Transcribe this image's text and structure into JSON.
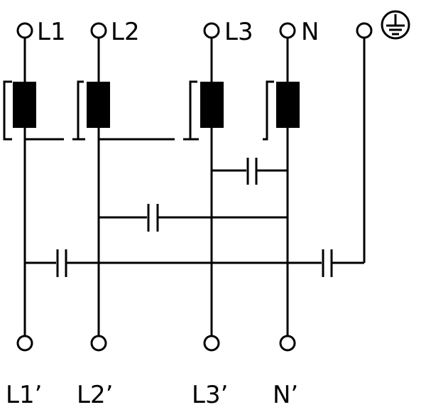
{
  "terminals_top": [
    {
      "id": "l1",
      "label": "L1"
    },
    {
      "id": "l2",
      "label": "L2"
    },
    {
      "id": "l3",
      "label": "L3"
    },
    {
      "id": "n",
      "label": "N"
    }
  ],
  "terminals_bottom": [
    {
      "id": "l1p",
      "label": "L1’"
    },
    {
      "id": "l2p",
      "label": "L2’"
    },
    {
      "id": "l3p",
      "label": "L3’"
    },
    {
      "id": "np",
      "label": "N’"
    }
  ],
  "ground": {
    "icon": "protective-earth-icon"
  },
  "colors": {
    "line": "#000000",
    "background": "#ffffff"
  }
}
